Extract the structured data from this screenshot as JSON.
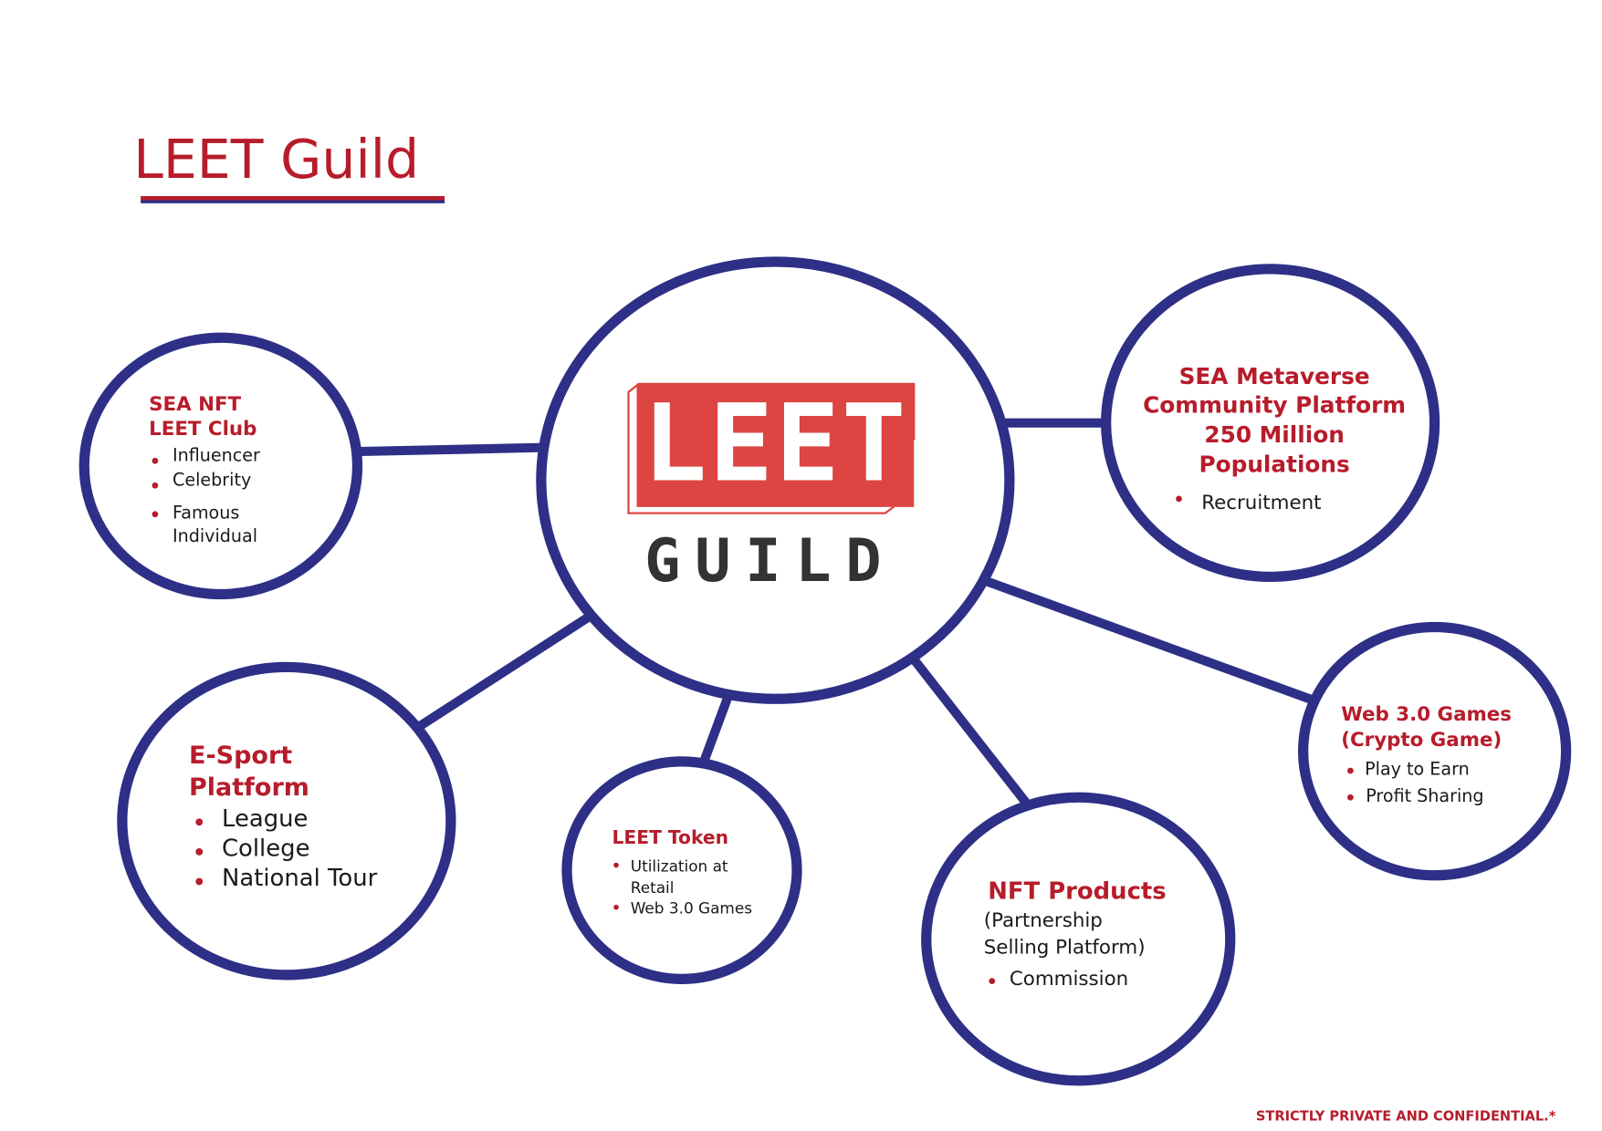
{
  "title": "LEET Guild",
  "footer": "STRICTLY PRIVATE AND CONFIDENTIAL.*",
  "logo": {
    "top": "LEET",
    "bottom": "GUILD"
  },
  "colors": {
    "navy": "#2e2f86",
    "red": "#b71c2b",
    "logo_red": "#dc4541",
    "logo_dark": "#333333"
  },
  "nodes": {
    "nft_club": {
      "title": [
        "SEA NFT",
        "LEET Club"
      ],
      "items": [
        "Influencer",
        "Celebrity",
        "Famous",
        "Individual"
      ]
    },
    "metaverse": {
      "title": [
        "SEA Metaverse",
        "Community Platform",
        "250 Million",
        "Populations"
      ],
      "items": [
        "Recruitment"
      ]
    },
    "esport": {
      "title": [
        "E-Sport",
        "Platform"
      ],
      "items": [
        "League",
        "College",
        "National Tour"
      ]
    },
    "token": {
      "title": [
        "LEET Token"
      ],
      "items": [
        "Utilization  at",
        "Retail",
        "Web 3.0 Games"
      ]
    },
    "nft_products": {
      "title": [
        "NFT Products"
      ],
      "subtitle": [
        "(Partnership",
        "Selling Platform)"
      ],
      "items": [
        "Commission"
      ]
    },
    "web3": {
      "title": [
        "Web 3.0 Games",
        "(Crypto Game)"
      ],
      "items": [
        "Play to Earn",
        "Profit Sharing"
      ]
    }
  }
}
